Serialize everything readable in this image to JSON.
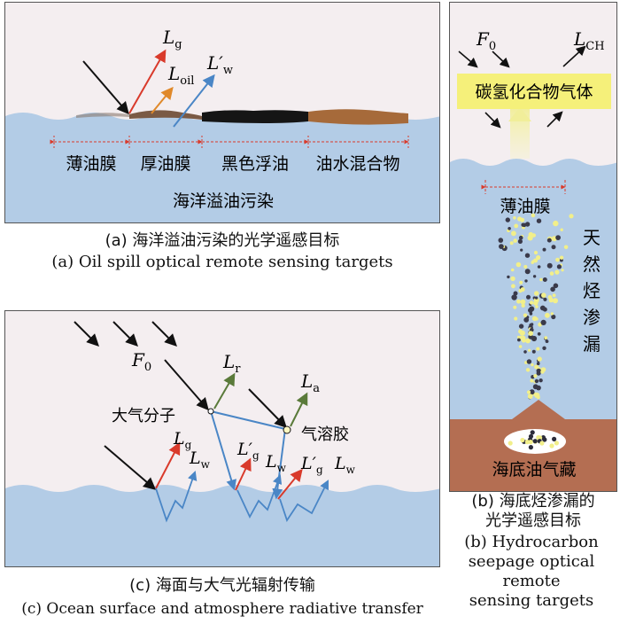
{
  "panel_a": {
    "labels": {
      "lg": "L",
      "lg_sub": "g",
      "loil": "L",
      "loil_sub": "oil",
      "lw": "L′",
      "lw_sub": "w"
    },
    "zones": [
      "薄油膜",
      "厚油膜",
      "黑色浮油",
      "油水混合物"
    ],
    "ocean_label": "海洋溢油污染",
    "caption_zh": "(a) 海洋溢油污染的光学遥感目标",
    "caption_en": "(a) Oil spill optical remote sensing targets"
  },
  "panel_b": {
    "f0": "F",
    "f0_sub": "0",
    "lch": "L",
    "lch_sub": "CH",
    "gas_box": "碳氢化合物气体",
    "film": "薄油膜",
    "seep_vertical": [
      "天",
      "然",
      "烃",
      "渗",
      "漏"
    ],
    "reservoir": "海底油气藏",
    "caption_zh": [
      "(b) 海底烃渗漏的",
      "光学遥感目标"
    ],
    "caption_en": [
      "(b) Hydrocarbon",
      "seepage optical remote",
      "sensing targets"
    ]
  },
  "panel_c": {
    "f0": "F",
    "f0_sub": "0",
    "lr": "L",
    "lr_sub": "r",
    "la": "L",
    "la_sub": "a",
    "molecule": "大气分子",
    "aerosol": "气溶胶",
    "lg1": "L",
    "lg1_sub": "g",
    "lw1": "L",
    "lw1_sub": "w",
    "lg2": "L′",
    "lg2_sub": "g",
    "lw2": "L",
    "lw2_sub": "w",
    "lg3": "L′",
    "lg3_sub": "g",
    "lw3": "L",
    "lw3_sub": "w",
    "caption_zh": "(c) 海面与大气光辐射传输",
    "caption_en": "(c) Ocean surface and atmosphere radiative transfer"
  },
  "colors": {
    "panel_bg": "#f4eef0",
    "water": "#b3cce6",
    "red_arrow": "#d93a2b",
    "orange_arrow": "#e0892a",
    "blue_arrow": "#4a86c6",
    "green_arrow": "#5a7a3a",
    "gas_box": "#f5f07a",
    "seafloor": "#b46e52"
  }
}
